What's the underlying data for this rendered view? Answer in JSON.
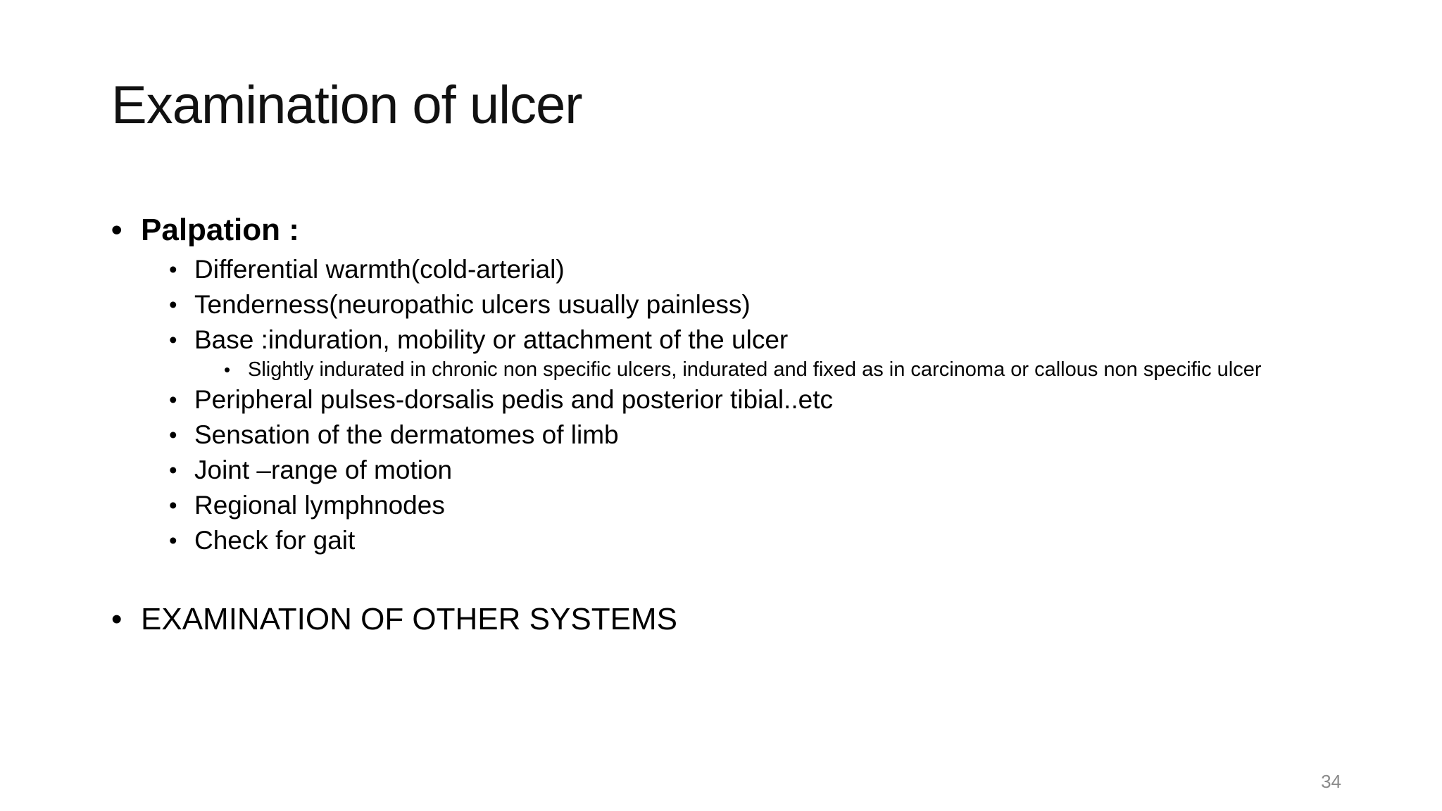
{
  "slide": {
    "title": "Examination of ulcer",
    "page_number": "34",
    "bullet_char": "•",
    "bullets": [
      {
        "level": 1,
        "bold": true,
        "spacer_before": false,
        "text": "Palpation :"
      },
      {
        "level": 2,
        "bold": false,
        "spacer_before": false,
        "text": "Differential warmth(cold-arterial)"
      },
      {
        "level": 2,
        "bold": false,
        "spacer_before": false,
        "text": "Tenderness(neuropathic ulcers usually painless)"
      },
      {
        "level": 2,
        "bold": false,
        "spacer_before": false,
        "text": "Base :induration, mobility or attachment of the ulcer"
      },
      {
        "level": 3,
        "bold": false,
        "spacer_before": false,
        "text": "Slightly indurated in chronic non specific ulcers, indurated and fixed as in carcinoma or callous non specific ulcer"
      },
      {
        "level": 2,
        "bold": false,
        "spacer_before": false,
        "text": "Peripheral pulses-dorsalis pedis and posterior tibial..etc"
      },
      {
        "level": 2,
        "bold": false,
        "spacer_before": false,
        "text": "Sensation of the dermatomes of limb"
      },
      {
        "level": 2,
        "bold": false,
        "spacer_before": false,
        "text": "Joint –range of motion"
      },
      {
        "level": 2,
        "bold": false,
        "spacer_before": false,
        "text": "Regional lymphnodes"
      },
      {
        "level": 2,
        "bold": false,
        "spacer_before": false,
        "text": "Check for gait"
      },
      {
        "level": 1,
        "bold": false,
        "spacer_before": true,
        "text": "EXAMINATION OF OTHER SYSTEMS"
      }
    ]
  }
}
